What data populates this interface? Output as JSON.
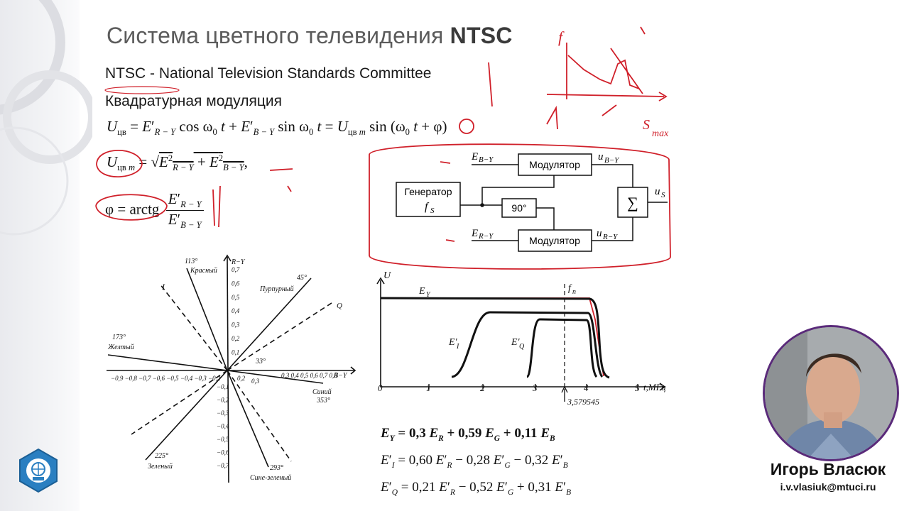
{
  "slide": {
    "title_main": "Система цветного телевидения ",
    "title_bold": "NTSC",
    "ntsc_abbr": "NTSC",
    "ntsc_dash": " - ",
    "ntsc_full": "National Television Standards Committee",
    "subtitle": "Квадратурная модуляция"
  },
  "block_diagram": {
    "input_top": "E",
    "input_top_sub": "B−Y",
    "input_bottom": "E",
    "input_bottom_sub": "R−Y",
    "modulator_top": "Модулятор",
    "modulator_bottom": "Модулятор",
    "generator_line1": "Генератор",
    "generator_line2": "f",
    "generator_sub": "S",
    "phase_shift": "90°",
    "sum_symbol": "∑",
    "out_top": "u",
    "out_top_sub": "B−Y",
    "out_bottom": "u",
    "out_bottom_sub": "R−Y",
    "out_sum": "u",
    "out_sum_sub": "S"
  },
  "vector_diagram": {
    "axis_ry": "R−Y",
    "axis_by": "B−Y",
    "red_angle": "113°",
    "red_label": "Красный",
    "purple_angle": "45°",
    "purple_label": "Пурпурный",
    "yellow_angle": "173°",
    "yellow_label": "Желтый",
    "blue_label": "Синий",
    "blue_angle": "353°",
    "green_angle": "225°",
    "green_label": "Зеленый",
    "cyan_angle": "293°",
    "cyan_label": "Сине-зеленый",
    "i_label": "I",
    "q_label": "Q",
    "angle_33": "33°",
    "vert_ticks": [
      "0,7",
      "0,6",
      "0,5",
      "0,4",
      "0,3",
      "0,2",
      "0,1",
      "−0,1",
      "−0,2",
      "−0,3",
      "−0,4",
      "−0,5",
      "−0,6",
      "−0,7"
    ],
    "horiz_ticks_left": "−0,9 −0,8 −0,7 −0,6 −0,5 −0,4 −0,3 −0,2",
    "horiz_ticks_right": "0,3 0,4 0,5 0,6 0,7 0,8",
    "tick_02": "0,2",
    "tick_03": "0,3"
  },
  "spectrum": {
    "y_label": "U",
    "ey_label": "E",
    "ey_sub": "Y",
    "fn_label": "f",
    "fn_sub": "п",
    "ei_label": "E′",
    "ei_sub": "I",
    "eq_label": "E′",
    "eq_sub": "Q",
    "x_ticks": [
      "0",
      "1",
      "2",
      "3",
      "4",
      "5"
    ],
    "x_unit": "t,МГц",
    "marker": "3,579545"
  },
  "annotations": {
    "sketch_label_top": "f",
    "sketch_label_right": "S",
    "sketch_label_max": "max"
  },
  "presenter": {
    "name": "Игорь Власюк",
    "email": "i.v.vlasiuk@mtuci.ru"
  },
  "colors": {
    "ink": "#111111",
    "annotation_red": "#d0202a",
    "webcam_border": "#5a2a7a"
  }
}
